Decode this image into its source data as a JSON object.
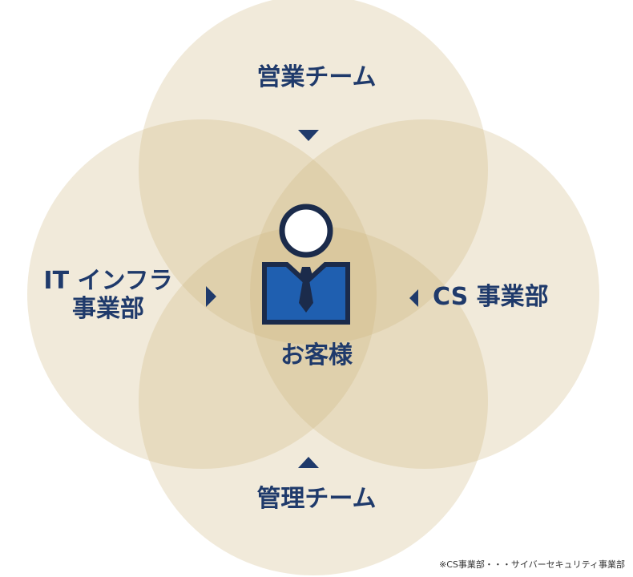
{
  "colors": {
    "circle_fill": "#cbb27a",
    "text_color": "#1f3a6b",
    "icon_blue": "#1f5fb0",
    "icon_dark": "#1b2b4b",
    "tie_color": "#1b2b4b",
    "footnote_color": "#333333"
  },
  "labels": {
    "top": "営業チーム",
    "bottom": "管理チーム",
    "left_line1": "IT インフラ",
    "left_line2": "事業部",
    "right": "CS 事業部",
    "center": "お客様"
  },
  "footnote": "※CS事業部・・・サイバーセキュリティ事業部",
  "icons": {
    "person": "customer-person-icon",
    "arrows": [
      "arrow-down-icon",
      "arrow-up-icon",
      "arrow-right-icon",
      "arrow-left-icon"
    ]
  }
}
